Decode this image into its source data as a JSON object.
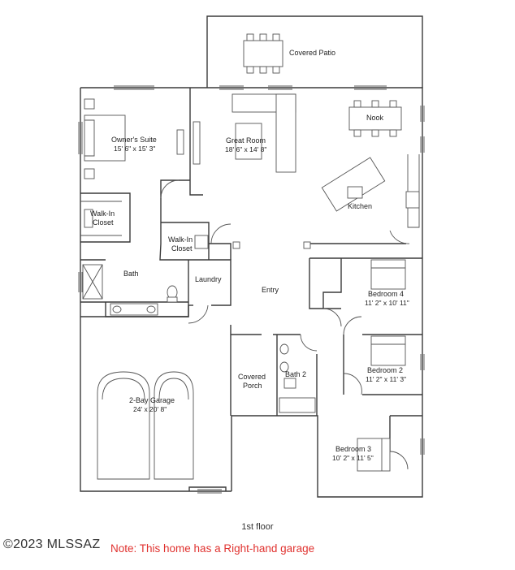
{
  "rooms": {
    "covered_patio": "Covered Patio",
    "owners_suite": "Owner's Suite",
    "owners_suite_dim": "15' 6\" x 15' 3\"",
    "great_room": "Great Room",
    "great_room_dim": "18' 6\" x 14' 8\"",
    "nook": "Nook",
    "kitchen": "Kitchen",
    "walk_in_closet_1a": "Walk-In",
    "walk_in_closet_1b": "Closet",
    "walk_in_closet_2a": "Walk-In",
    "walk_in_closet_2b": "Closet",
    "bath": "Bath",
    "laundry": "Laundry",
    "entry": "Entry",
    "bedroom4": "Bedroom 4",
    "bedroom4_dim": "11' 2\" x 10' 11\"",
    "bedroom2": "Bedroom 2",
    "bedroom2_dim": "11' 2\" x 11' 3\"",
    "covered_porch_a": "Covered",
    "covered_porch_b": "Porch",
    "bath2": "Bath 2",
    "garage": "2-Bay Garage",
    "garage_dim": "24' x 20' 8\"",
    "bedroom3": "Bedroom 3",
    "bedroom3_dim": "10' 2\" x 11' 5\""
  },
  "floor_label": "1st floor",
  "copyright": "©2023 MLSSAZ",
  "note": "Note: This home has a Right-hand garage"
}
